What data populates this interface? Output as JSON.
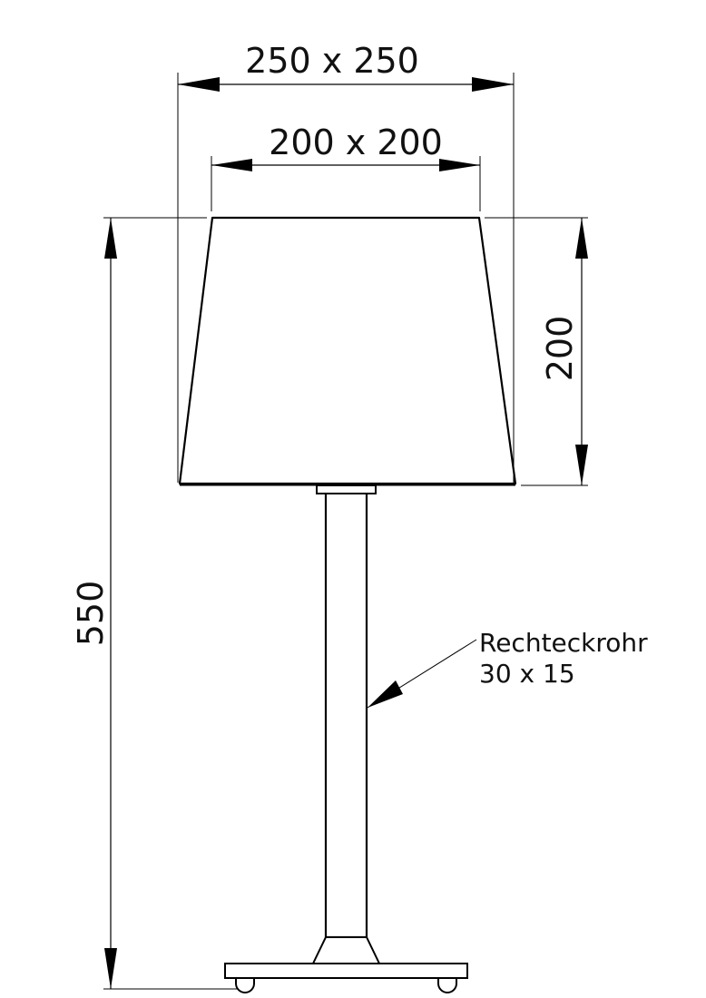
{
  "drawing": {
    "subject": "Table lamp technical drawing",
    "dimensions": {
      "shade_bottom_width": "250 x 250",
      "shade_top_width": "200 x 200",
      "shade_height": "200",
      "overall_height": "550"
    },
    "annotation": {
      "line1": "Rechteckrohr",
      "line2": "30 x 15"
    },
    "colors": {
      "line": "#000000",
      "background": "#ffffff"
    }
  }
}
